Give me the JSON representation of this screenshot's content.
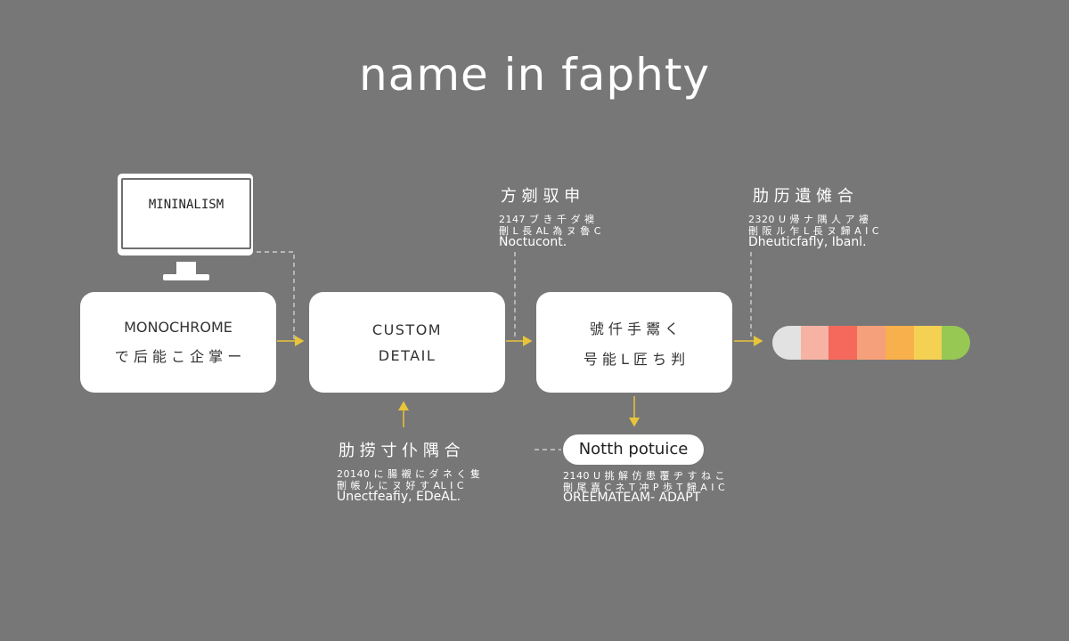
{
  "title": "name in faphty",
  "monitor": {
    "label": "MININALISM"
  },
  "boxes": [
    {
      "line1": "MONOCHROME",
      "line2": "で 后 能 こ 企 掌 ー"
    },
    {
      "line1": "CUSTOM",
      "line2": "DETAIL"
    },
    {
      "line1": "號 仟 手 鬻 く",
      "line2": "号 能 L 匠 ち 判"
    }
  ],
  "annotations": {
    "top_middle": {
      "heading": "方 剜 驭 申",
      "line1": "2147 ブ き 千 ダ 襖",
      "line2": "刪 L 長 AL 為 ヌ 魯 C",
      "line3": "Noctucont."
    },
    "top_right": {
      "heading": "肋 历 遺 傩 合",
      "line1": "2320 U 帰 ナ 隅 人 ア 褸",
      "line2": "刪 阪 ル 乍 L 長 ヌ 歸 A I C",
      "line3": "Dheuticfafly, Ibanl."
    },
    "bottom_middle": {
      "heading": "肋 捞 寸 仆 隅 合",
      "line1": "20140 に 腸 襯 に ダ ネ く 隻",
      "line2": "刪 帳 ル に ヌ 好 す AL I C",
      "line3": "Unectfeafiy, EDeAL."
    },
    "bottom_right": {
      "pill": "Notth potuice",
      "line1": "2140 U 挑 解 仿 患 覆 ヂ す ね こ",
      "line2": "刪 尾 嘉 C ネ T 冲 P 歩 T 歸 A I C",
      "line3": "OREEMATEAM- ADAPT"
    }
  },
  "palette": {
    "colors": [
      "#e2e2e2",
      "#f6b3a4",
      "#f4695c",
      "#f6a07b",
      "#f8b04c",
      "#f4d152",
      "#98c854"
    ]
  },
  "colors": {
    "background": "#777777",
    "arrow": "#e8c43a",
    "dashed": "#dddddd"
  }
}
